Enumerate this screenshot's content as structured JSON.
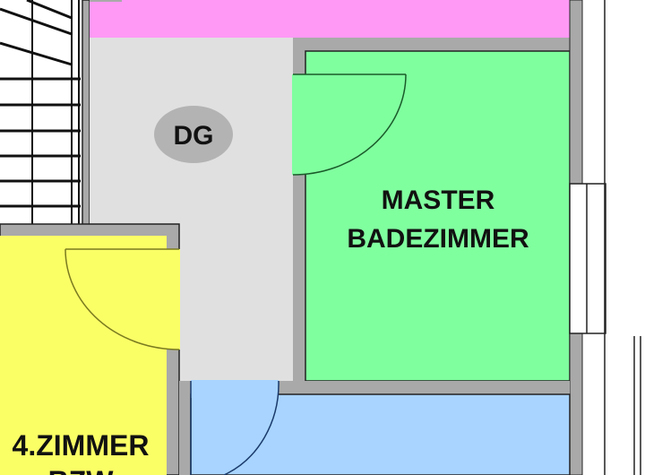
{
  "rooms": {
    "master_bath": {
      "line1": "MASTER",
      "line2": "BADEZIMMER",
      "color": "#80ff9f"
    },
    "room4": {
      "line1": "4.ZIMMER",
      "line2": "BZW",
      "color": "#faff66"
    },
    "hall": {
      "badge": "DG",
      "color": "#e0e0e0"
    },
    "top_room": {
      "color": "#ff99f5"
    },
    "bottom_room": {
      "color": "#a8d4ff"
    }
  },
  "colors": {
    "wall": "#a9a9a9",
    "outline": "#222222"
  }
}
